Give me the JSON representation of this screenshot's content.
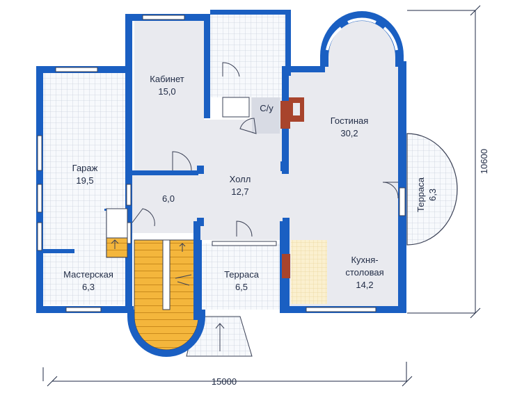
{
  "colors": {
    "wall": "#1a5fc2",
    "floor": "#e9eaef",
    "tile": "#f7f9fc",
    "stairs": "#f4b63c",
    "stove": "#a8442c",
    "line": "#3a4055"
  },
  "rooms": {
    "kabinet": {
      "name": "Кабинет",
      "area": "15,0"
    },
    "su": {
      "name": "С/у"
    },
    "gostinaya": {
      "name": "Гостиная",
      "area": "30,2"
    },
    "garazh": {
      "name": "Гараж",
      "area": "19,5"
    },
    "holl": {
      "name": "Холл",
      "area": "12,7"
    },
    "corridor": {
      "area": "6,0"
    },
    "terrasa_east": {
      "name": "Терраса",
      "area": "6,3"
    },
    "masterskaya": {
      "name": "Мастерская",
      "area": "6,3"
    },
    "terrasa_south": {
      "name": "Терраса",
      "area": "6,5"
    },
    "kuhnya": {
      "name_line1": "Кухня-",
      "name_line2": "столовая",
      "area": "14,2"
    }
  },
  "dimensions": {
    "width": "15000",
    "height": "10600"
  }
}
